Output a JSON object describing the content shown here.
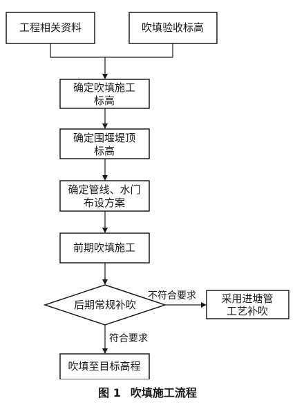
{
  "diagram": {
    "nodes": {
      "project_data": "工程相关资料",
      "acceptance_elevation": "吹填验收标高",
      "fill_elevation": [
        "确定吹填施工",
        "标高"
      ],
      "cofferdam_elevation": [
        "确定围堰堤顶",
        "标高"
      ],
      "pipeline_plan": [
        "确定管线、水门",
        "布设方案"
      ],
      "early_fill": "前期吹填施工",
      "later_fill": "后期常规补吹",
      "pond_pipe": [
        "采用进塘管",
        "工艺补吹"
      ],
      "target_elevation": "吹填至目标高程"
    },
    "edges": {
      "not_meet": "不符合要求",
      "meet": "符合要求"
    }
  },
  "caption": {
    "number": "图 1",
    "title": "吹填施工流程"
  }
}
